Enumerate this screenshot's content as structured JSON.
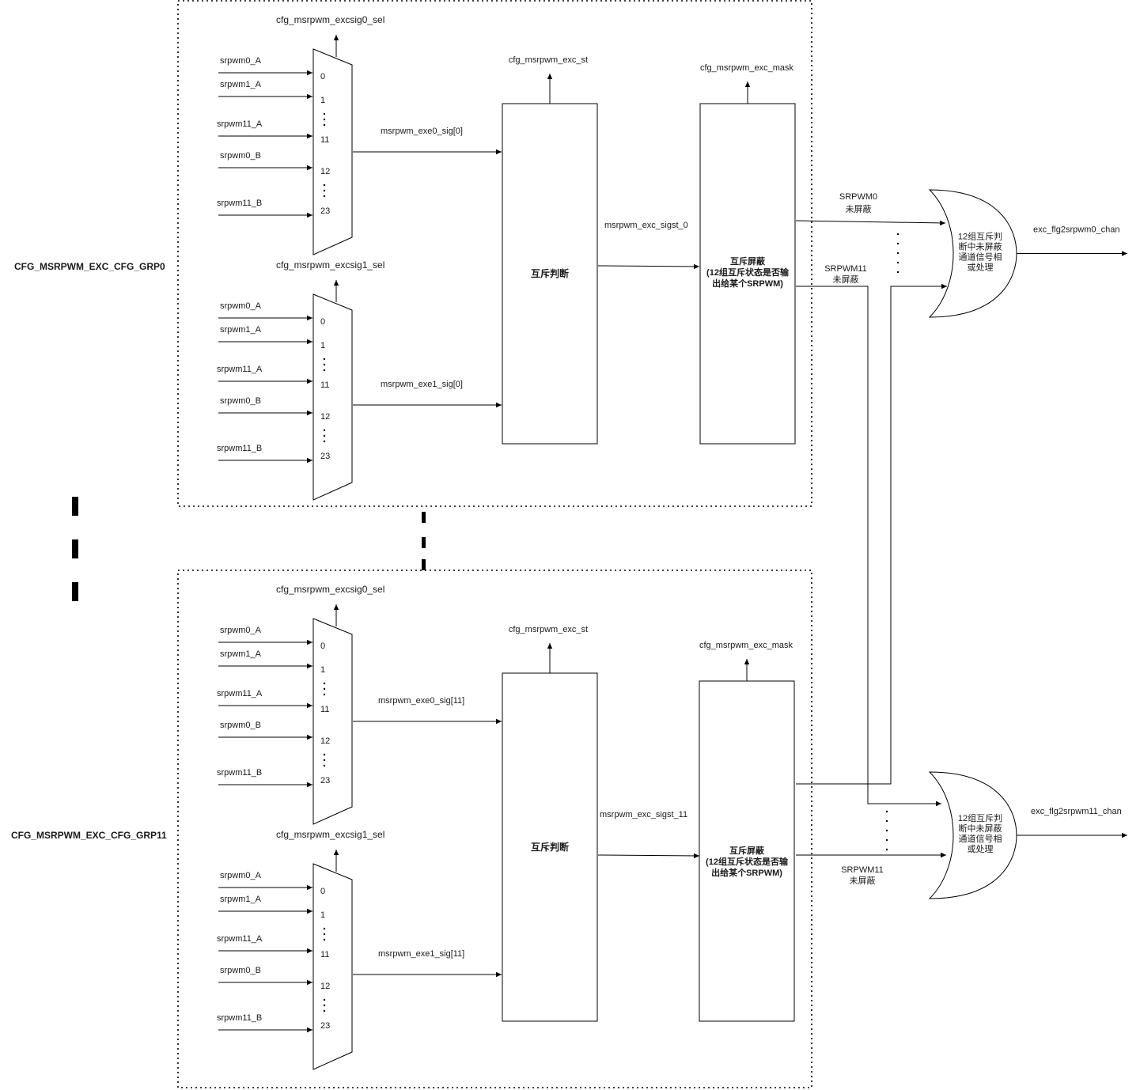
{
  "groups": [
    {
      "name": "CFG_MSRPWM_EXC_CFG_GRP0",
      "muxes": [
        {
          "sel": "cfg_msrpwm_excsig0_sel",
          "inputs": [
            "srpwm0_A",
            "srpwm1_A",
            "srpwm11_A",
            "srpwm0_B",
            "srpwm11_B"
          ],
          "ports": [
            "0",
            "1",
            "11",
            "12",
            "23"
          ],
          "output": "msrpwm_exe0_sig[0]"
        },
        {
          "sel": "cfg_msrpwm_excsig1_sel",
          "inputs": [
            "srpwm0_A",
            "srpwm1_A",
            "srpwm11_A",
            "srpwm0_B",
            "srpwm11_B"
          ],
          "ports": [
            "0",
            "1",
            "11",
            "12",
            "23"
          ],
          "output": "msrpwm_exe1_sig[0]"
        }
      ],
      "judge": {
        "label": "互斥判断",
        "cfg": "cfg_msrpwm_exc_st"
      },
      "sigst": "msrpwm_exc_sigst_0",
      "mask": {
        "cfg": "cfg_msrpwm_exc_mask",
        "line1": "互斥屏蔽",
        "line2": "(12组互斥状态是否输",
        "line3": "出给某个SRPWM)"
      }
    },
    {
      "name": "CFG_MSRPWM_EXC_CFG_GRP11",
      "muxes": [
        {
          "sel": "cfg_msrpwm_excsig0_sel",
          "inputs": [
            "srpwm0_A",
            "srpwm1_A",
            "srpwm11_A",
            "srpwm0_B",
            "srpwm11_B"
          ],
          "ports": [
            "0",
            "1",
            "11",
            "12",
            "23"
          ],
          "output": "msrpwm_exe0_sig[11]"
        },
        {
          "sel": "cfg_msrpwm_excsig1_sel",
          "inputs": [
            "srpwm0_A",
            "srpwm1_A",
            "srpwm11_A",
            "srpwm0_B",
            "srpwm11_B"
          ],
          "ports": [
            "0",
            "1",
            "11",
            "12",
            "23"
          ],
          "output": "msrpwm_exe1_sig[11]"
        }
      ],
      "judge": {
        "label": "互斥判断",
        "cfg": "cfg_msrpwm_exc_st"
      },
      "sigst": "msrpwm_exc_sigst_11",
      "mask": {
        "cfg": "cfg_msrpwm_exc_mask",
        "line1": "互斥屏蔽",
        "line2": "(12组互斥状态是否输",
        "line3": "出给某个SRPWM)"
      }
    }
  ],
  "or_gates": [
    {
      "lines": [
        "12组互斥判",
        "断中未屏蔽",
        "通道信号相",
        "或处理"
      ],
      "output": "exc_flg2srpwm0_chan",
      "in0_top": "SRPWM0",
      "in0_bottom": "未屏蔽",
      "in11_top": "SRPWM11",
      "in11_bottom": "未屏蔽"
    },
    {
      "lines": [
        "12组互斥判",
        "断中未屏蔽",
        "通道信号相",
        "或处理"
      ],
      "output": "exc_flg2srpwm11_chan",
      "in11_top": "SRPWM11",
      "in11_bottom": "未屏蔽"
    }
  ]
}
